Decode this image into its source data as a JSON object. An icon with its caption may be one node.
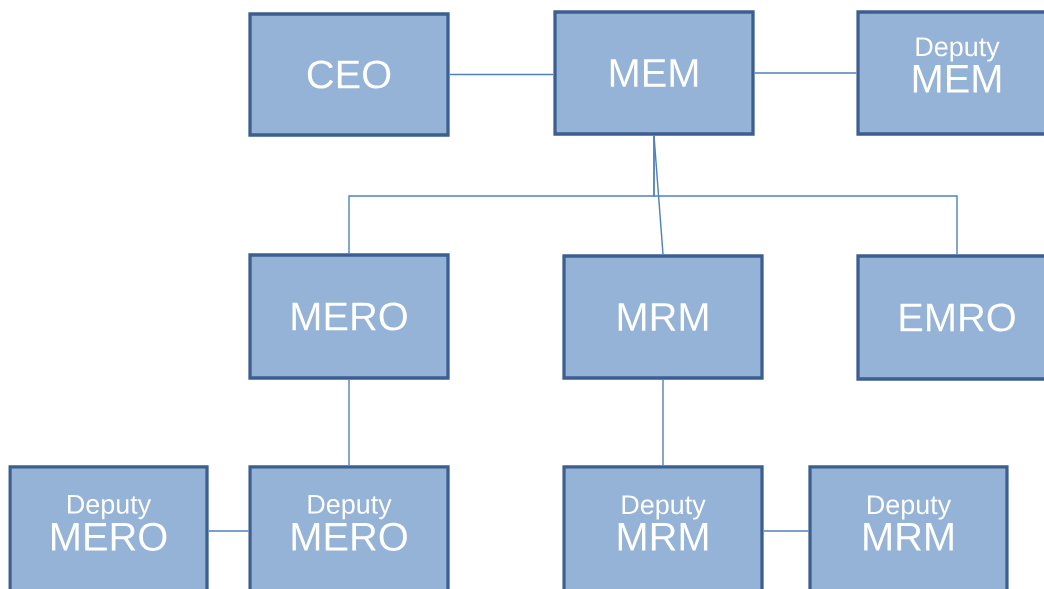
{
  "diagram": {
    "nodes": [
      {
        "text": [
          "CEO"
        ]
      },
      {
        "text": [
          "MEM"
        ]
      },
      {
        "text": [
          "Deputy",
          "MEM"
        ]
      },
      {
        "text": [
          "MERO"
        ]
      },
      {
        "text": [
          "MRM"
        ]
      },
      {
        "text": [
          "EMRO"
        ]
      },
      {
        "text": [
          "Deputy",
          "MERO"
        ]
      },
      {
        "text": [
          "Deputy",
          "MERO"
        ]
      },
      {
        "text": [
          "Deputy",
          "MRM"
        ]
      },
      {
        "text": [
          "Deputy",
          "MRM"
        ]
      }
    ],
    "edges": [
      {
        "from": 0,
        "to": 1,
        "arrow": "none"
      },
      {
        "from": 1,
        "to": 2,
        "arrow": "none"
      },
      {
        "from": 1,
        "to": 3,
        "arrow": "none"
      },
      {
        "from": 1,
        "to": 4,
        "arrow": "none"
      },
      {
        "from": 1,
        "to": 5,
        "arrow": "none"
      },
      {
        "from": 3,
        "to": 7,
        "arrow": "none"
      },
      {
        "from": 6,
        "to": 7,
        "arrow": "none"
      },
      {
        "from": 4,
        "to": 8,
        "arrow": "none"
      },
      {
        "from": 8,
        "to": 9,
        "arrow": "none"
      }
    ]
  }
}
